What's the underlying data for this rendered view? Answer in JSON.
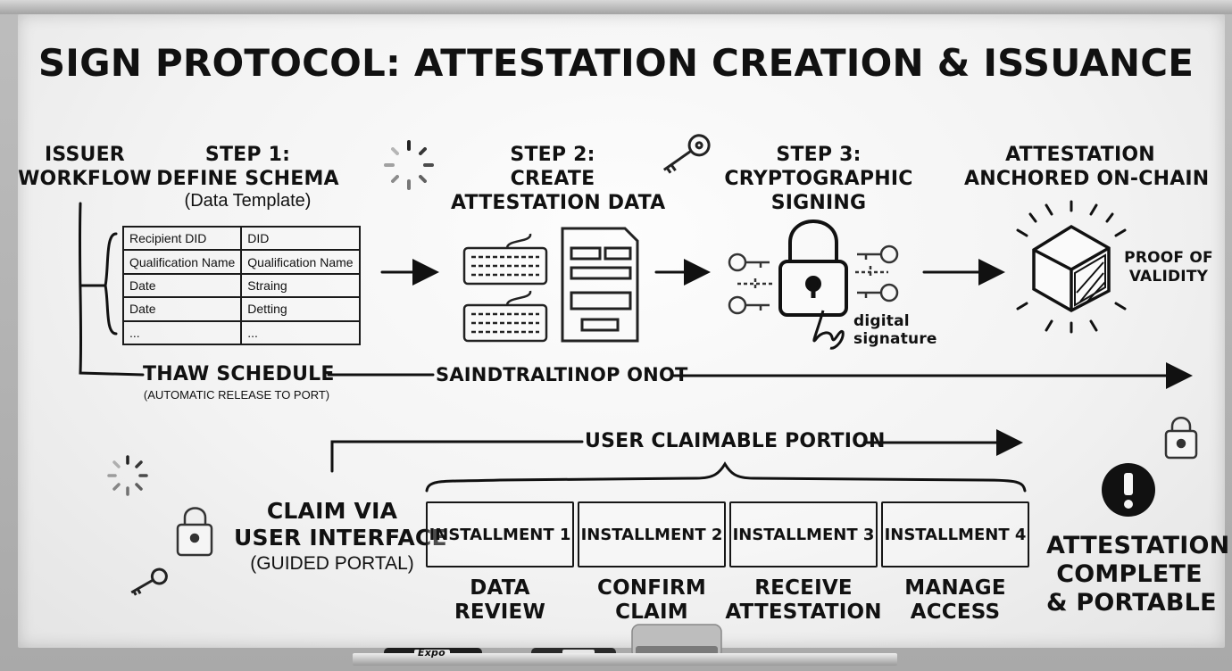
{
  "title": "SIGN PROTOCOL: ATTESTATION CREATION & ISSUANCE",
  "issuer": {
    "line1": "ISSUER",
    "line2": "WORKFLOW"
  },
  "step1": {
    "line1": "STEP 1:",
    "line2": "DEFINE SCHEMA",
    "sub": "(Data Template)"
  },
  "schema_rows": [
    [
      "Recipient DID",
      "DID"
    ],
    [
      "Qualification Name",
      "Qualification Name"
    ],
    [
      "Date",
      "Straing"
    ],
    [
      "Date",
      "Detting"
    ],
    [
      "...",
      "..."
    ]
  ],
  "step2": {
    "line1": "STEP 2:",
    "line2": "CREATE",
    "line3": "ATTESTATION DATA"
  },
  "step3": {
    "line1": "STEP 3:",
    "line2": "CRYPTOGRAPHIC",
    "line3": "SIGNING",
    "sig_line1": "digital",
    "sig_line2": "signature"
  },
  "anchored": {
    "line1": "ATTESTATION",
    "line2": "ANCHORED ON-CHAIN",
    "proof1": "PROOF OF",
    "proof2": "VALIDITY"
  },
  "thaw": {
    "label": "THAW SCHEDULE",
    "sub": "(AUTOMATIC RELEASE TO PORT)"
  },
  "mid_label": "SAINDTRALTINOP ONOT",
  "user_portion": "USER CLAIMABLE PORTION",
  "claim": {
    "line1": "CLAIM VIA",
    "line2": "USER INTERFACE",
    "sub": "(GUIDED PORTAL)"
  },
  "installments": [
    {
      "label": "INSTALLMENT 1",
      "caption1": "DATA",
      "caption2": "REVIEW"
    },
    {
      "label": "INSTALLMENT 2",
      "caption1": "CONFIRM",
      "caption2": "CLAIM"
    },
    {
      "label": "INSTALLMENT 3",
      "caption1": "RECEIVE",
      "caption2": "ATTESTATION"
    },
    {
      "label": "INSTALLMENT 4",
      "caption1": "MANAGE",
      "caption2": "ACCESS"
    }
  ],
  "complete": {
    "line1": "ATTESTATION",
    "line2": "COMPLETE",
    "line3": "& PORTABLE"
  },
  "marker_brand": "Expo",
  "icons": [
    "spinner-icon",
    "key-icon",
    "keyboard-icon",
    "document-form-icon",
    "padlock-icon",
    "cube-icon",
    "exclamation-icon",
    "arrow-icon"
  ]
}
